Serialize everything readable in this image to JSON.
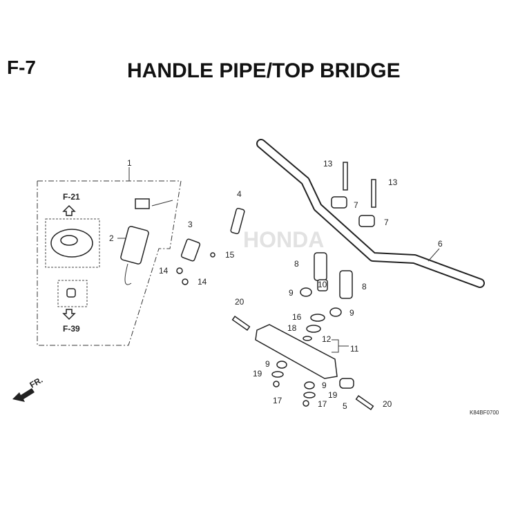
{
  "header": {
    "section": "F-7",
    "title": "HANDLE PIPE/TOP BRIDGE"
  },
  "references": {
    "up": "F-21",
    "down": "F-39"
  },
  "direction_marker": "FR.",
  "watermark": "HONDA",
  "diagram_code": "K84BF0700",
  "callouts": {
    "c1": "1",
    "c2": "2",
    "c3": "3",
    "c4": "4",
    "c5": "5",
    "c6": "6",
    "c7a": "7",
    "c7b": "7",
    "c8a": "8",
    "c8b": "8",
    "c9a": "9",
    "c9b": "9",
    "c9c": "9",
    "c9d": "9",
    "c10": "10",
    "c11": "11",
    "c12": "12",
    "c13a": "13",
    "c13b": "13",
    "c14a": "14",
    "c14b": "14",
    "c15": "15",
    "c16": "16",
    "c17a": "17",
    "c17b": "17",
    "c18": "18",
    "c19a": "19",
    "c19b": "19",
    "c20a": "20",
    "c20b": "20"
  }
}
